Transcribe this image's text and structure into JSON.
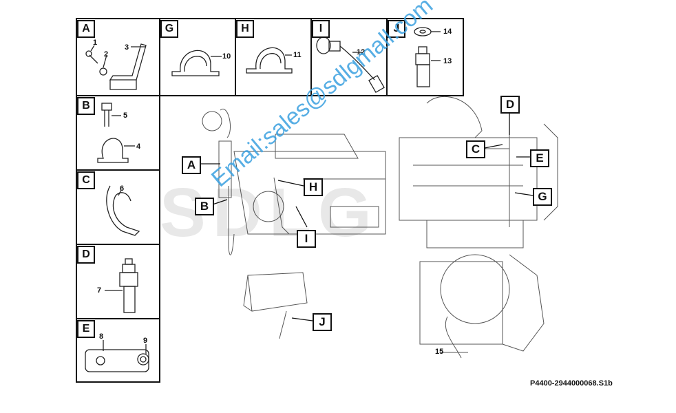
{
  "panels": [
    {
      "id": "A",
      "label": "A",
      "callouts": [
        "1",
        "2",
        "3"
      ]
    },
    {
      "id": "G",
      "label": "G",
      "callouts": [
        "10"
      ]
    },
    {
      "id": "H",
      "label": "H",
      "callouts": [
        "11"
      ]
    },
    {
      "id": "I",
      "label": "I",
      "callouts": [
        "12"
      ]
    },
    {
      "id": "J",
      "label": "J",
      "callouts": [
        "14",
        "13"
      ]
    },
    {
      "id": "B",
      "label": "B",
      "callouts": [
        "5",
        "4"
      ]
    },
    {
      "id": "C",
      "label": "C",
      "callouts": [
        "6"
      ]
    },
    {
      "id": "D",
      "label": "D",
      "callouts": [
        "7"
      ]
    },
    {
      "id": "E",
      "label": "E",
      "callouts": [
        "8",
        "9"
      ]
    }
  ],
  "engine_callouts": {
    "left_view": [
      "A",
      "B",
      "H",
      "I"
    ],
    "right_view": [
      "D",
      "C",
      "E",
      "G"
    ],
    "box_view": [
      "J"
    ],
    "rear_view": [
      "15"
    ]
  },
  "watermark": "Email:sales@sdlgmall.com",
  "background_logo": "SDLG",
  "drawing_code": "P4400-2944000068.S1b",
  "colors": {
    "line": "#111111",
    "watermark": "#3aa0e0",
    "ghost": "#e8e8e8"
  }
}
